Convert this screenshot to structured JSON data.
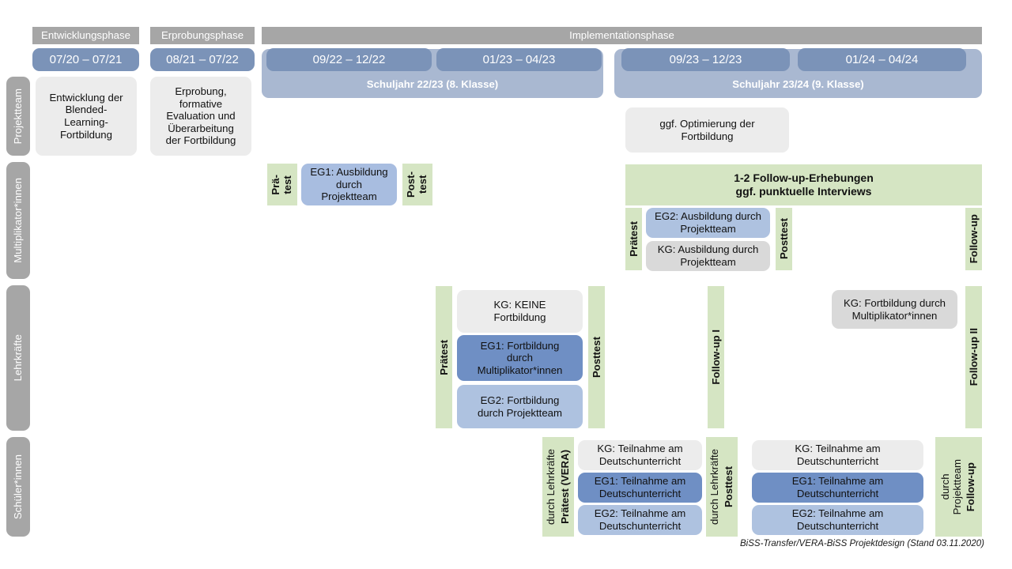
{
  "footer": {
    "text": "BiSS-Transfer/VERA-BiSS Projektdesign (Stand 03.11.2020)"
  },
  "colors": {
    "phase_header": "#a6a6a6",
    "period_chip": "#7b93b8",
    "schoolyear_band": "#a9b8d1",
    "row_label": "#a6a6a6",
    "neutral_box": "#ececec",
    "control_group": "#d9d9d9",
    "eg1": "#6f8fc4",
    "eg2": "#aec2e0",
    "measurement": "#d5e5c3"
  },
  "phases": [
    {
      "label": "Entwicklungsphase"
    },
    {
      "label": "Erprobungsphase"
    },
    {
      "label": "Implementationsphase"
    }
  ],
  "periods": [
    {
      "label": "07/20 – 07/21"
    },
    {
      "label": "08/21 – 07/22"
    },
    {
      "label": "09/22 – 12/22"
    },
    {
      "label": "01/23 – 04/23"
    },
    {
      "label": "09/23 – 12/23"
    },
    {
      "label": "01/24 – 04/24"
    }
  ],
  "school_years": [
    {
      "label": "Schuljahr 22/23 (8. Klasse)"
    },
    {
      "label": "Schuljahr 23/24 (9. Klasse)"
    }
  ],
  "rows": [
    {
      "key": "projektteam",
      "label": "Projektteam"
    },
    {
      "key": "multiplikator",
      "label": "Multiplikator*innen"
    },
    {
      "key": "lehrkraefte",
      "label": "Lehrkräfte"
    },
    {
      "key": "schueler",
      "label": "Schüler*innen"
    }
  ],
  "projektteam": {
    "entwicklung": "Entwicklung der\nBlended-\nLearning-\nFortbildung",
    "erprobung": "Erprobung,\nformative\nEvaluation und\nÜberarbeitung\nder Fortbildung",
    "optimierung": "ggf. Optimierung der\nFortbildung"
  },
  "multiplikator": {
    "praetest_1": "Prä-\ntest",
    "posttest_1": "Post-\ntest",
    "eg1": "EG1: Ausbildung\ndurch\nProjektteam",
    "followup_banner": "1-2 Follow-up-Erhebungen\nggf. punktuelle Interviews",
    "praetest_2": "Prätest",
    "posttest_2": "Posttest",
    "eg2": "EG2:  Ausbildung durch\nProjektteam",
    "kg": "KG: Ausbildung durch\nProjektteam",
    "followup": "Follow-up"
  },
  "lehrkraefte": {
    "praetest": "Prätest",
    "posttest": "Posttest",
    "kg_keine": "KG:  KEINE\nFortbildung",
    "eg1": "EG1: Fortbildung\ndurch\nMultiplikator*innen",
    "eg2": "EG2: Fortbildung\ndurch Projektteam",
    "followup_1": "Follow-up I",
    "kg_fortbildung": "KG: Fortbildung durch\nMultiplikator*innen",
    "followup_2": "Follow-up II"
  },
  "schueler": {
    "praetest_title": "Prätest (VERA)",
    "praetest_sub": "durch Lehrkräfte",
    "posttest_title": "Posttest",
    "posttest_sub": "durch Lehrkräfte",
    "followup_title": "Follow-up",
    "followup_sub": "durch\nProjektteam",
    "kg_1": "KG: Teilnahme am\nDeutschunterricht",
    "eg1_1": "EG1: Teilnahme am\nDeutschunterricht",
    "eg2_1": "EG2: Teilnahme am\nDeutschunterricht",
    "kg_2": "KG: Teilnahme am\nDeutschunterricht",
    "eg1_2": "EG1: Teilnahme am\nDeutschunterricht",
    "eg2_2": "EG2: Teilnahme am\nDeutschunterricht"
  }
}
